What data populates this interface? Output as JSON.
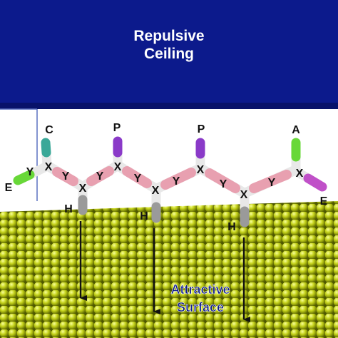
{
  "ceiling": {
    "line1": "Repulsive",
    "line2": "Ceiling",
    "color": "#0c1a8c"
  },
  "surface": {
    "line1": "Attractive",
    "line2": "Surface",
    "color": "#b8c40a"
  },
  "atom_labels": {
    "x": "X",
    "y": "Y",
    "h": "H",
    "c": "C",
    "e": "E",
    "p": "P",
    "a": "A"
  },
  "colors": {
    "backbone_white": "#e8e8e8",
    "bond_pink": "#e8a0b0",
    "c_teal": "#3aa898",
    "e_magenta": "#c050c8",
    "p_purple": "#8a3ac8",
    "a_green": "#68d838",
    "h_gray": "#9a9a9a"
  }
}
